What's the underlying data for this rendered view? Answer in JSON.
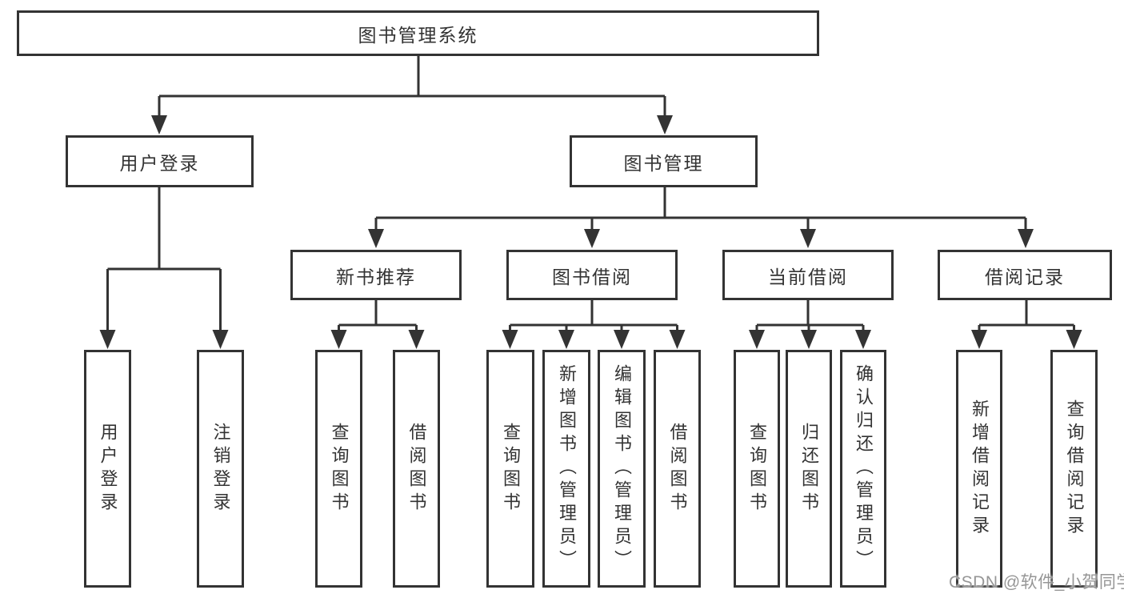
{
  "tree": {
    "root": {
      "label": "图书管理系统"
    },
    "level2": [
      {
        "label": "用户登录",
        "children": [
          {
            "label": "用户登录"
          },
          {
            "label": "注销登录"
          }
        ]
      },
      {
        "label": "图书管理",
        "children": [
          {
            "label": "新书推荐",
            "children": [
              {
                "label": "查询图书"
              },
              {
                "label": "借阅图书"
              }
            ]
          },
          {
            "label": "图书借阅",
            "children": [
              {
                "label": "查询图书"
              },
              {
                "label": "新增图书（管理员）"
              },
              {
                "label": "编辑图书（管理员）"
              },
              {
                "label": "借阅图书"
              }
            ]
          },
          {
            "label": "当前借阅",
            "children": [
              {
                "label": "查询图书"
              },
              {
                "label": "归还图书"
              },
              {
                "label": "确认归还（管理员）"
              }
            ]
          },
          {
            "label": "借阅记录",
            "children": [
              {
                "label": "新增借阅记录"
              },
              {
                "label": "查询借阅记录"
              }
            ]
          }
        ]
      }
    ]
  },
  "watermark": {
    "text": "CSDN @软件_小贺同学"
  },
  "colors": {
    "line": "#333333",
    "text": "#333333",
    "watermark": "#969696",
    "background": "#ffffff"
  }
}
